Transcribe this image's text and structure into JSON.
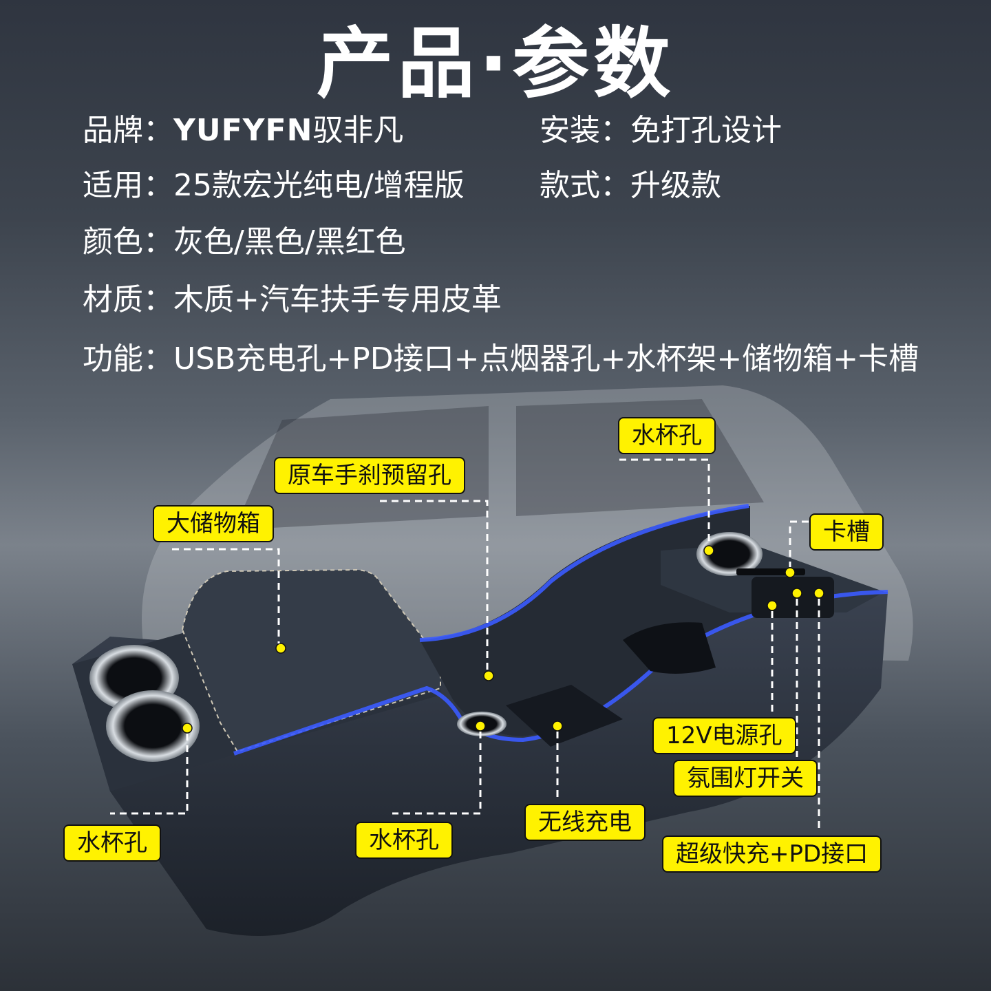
{
  "title": "产品·参数",
  "specs": {
    "brand_label": "品牌：",
    "brand_en": "YUFYFN",
    "brand_cn": "驭非凡",
    "install": "安装：免打孔设计",
    "fit": "适用：25款宏光纯电/增程版",
    "style": "款式：升级款",
    "color": "颜色：灰色/黑色/黑红色",
    "material": "材质：木质+汽车扶手专用皮革",
    "function": "功能：USB充电孔+PD接口+点烟器孔+水杯架+储物箱+卡槽"
  },
  "callouts": {
    "cup_top": "水杯孔",
    "handbrake": "原车手刹预留孔",
    "storage": "大储物箱",
    "card_slot": "卡槽",
    "power_12v": "12V电源孔",
    "ambient_switch": "氛围灯开关",
    "cup_left": "水杯孔",
    "cup_mid": "水杯孔",
    "wireless": "无线充电",
    "fast_charge": "超级快充+PD接口"
  },
  "colors": {
    "callout_bg": "#fff200",
    "glow": "#3b5bff"
  }
}
